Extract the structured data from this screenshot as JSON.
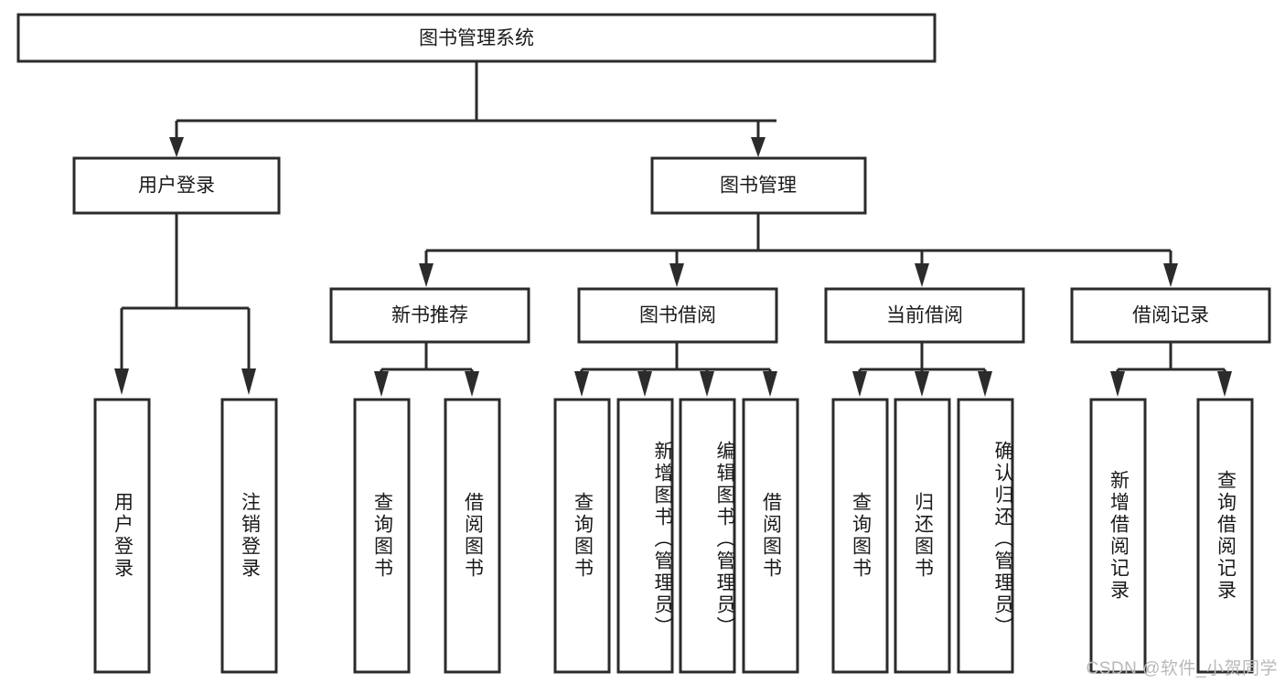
{
  "diagram": {
    "type": "tree-hierarchy",
    "title": "图书管理系统",
    "orientation": "top-down",
    "watermark": "CSDN @软件_小贺同学",
    "colors": {
      "background": "#ffffff",
      "box_fill": "#ffffff",
      "box_stroke": "#2b2b2b",
      "text": "#1a1a1a",
      "watermark": "#b9b9b9"
    },
    "root": {
      "label": "图书管理系统"
    },
    "level2": [
      {
        "label": "用户登录"
      },
      {
        "label": "图书管理"
      }
    ],
    "level3": [
      {
        "label": "新书推荐"
      },
      {
        "label": "图书借阅"
      },
      {
        "label": "当前借阅"
      },
      {
        "label": "借阅记录"
      }
    ],
    "leaves": {
      "user_login": [
        {
          "label": "用户登录"
        },
        {
          "label": "注销登录"
        }
      ],
      "new_book_recommend": [
        {
          "label": "查询图书"
        },
        {
          "label": "借阅图书"
        }
      ],
      "book_borrow": [
        {
          "label": "查询图书"
        },
        {
          "label": "新增图书（管理员）"
        },
        {
          "label": "编辑图书（管理员）"
        },
        {
          "label": "借阅图书"
        }
      ],
      "current_borrow": [
        {
          "label": "查询图书"
        },
        {
          "label": "归还图书"
        },
        {
          "label": "确认归还（管理员）"
        }
      ],
      "borrow_record": [
        {
          "label": "新增借阅记录"
        },
        {
          "label": "查询借阅记录"
        }
      ]
    }
  }
}
